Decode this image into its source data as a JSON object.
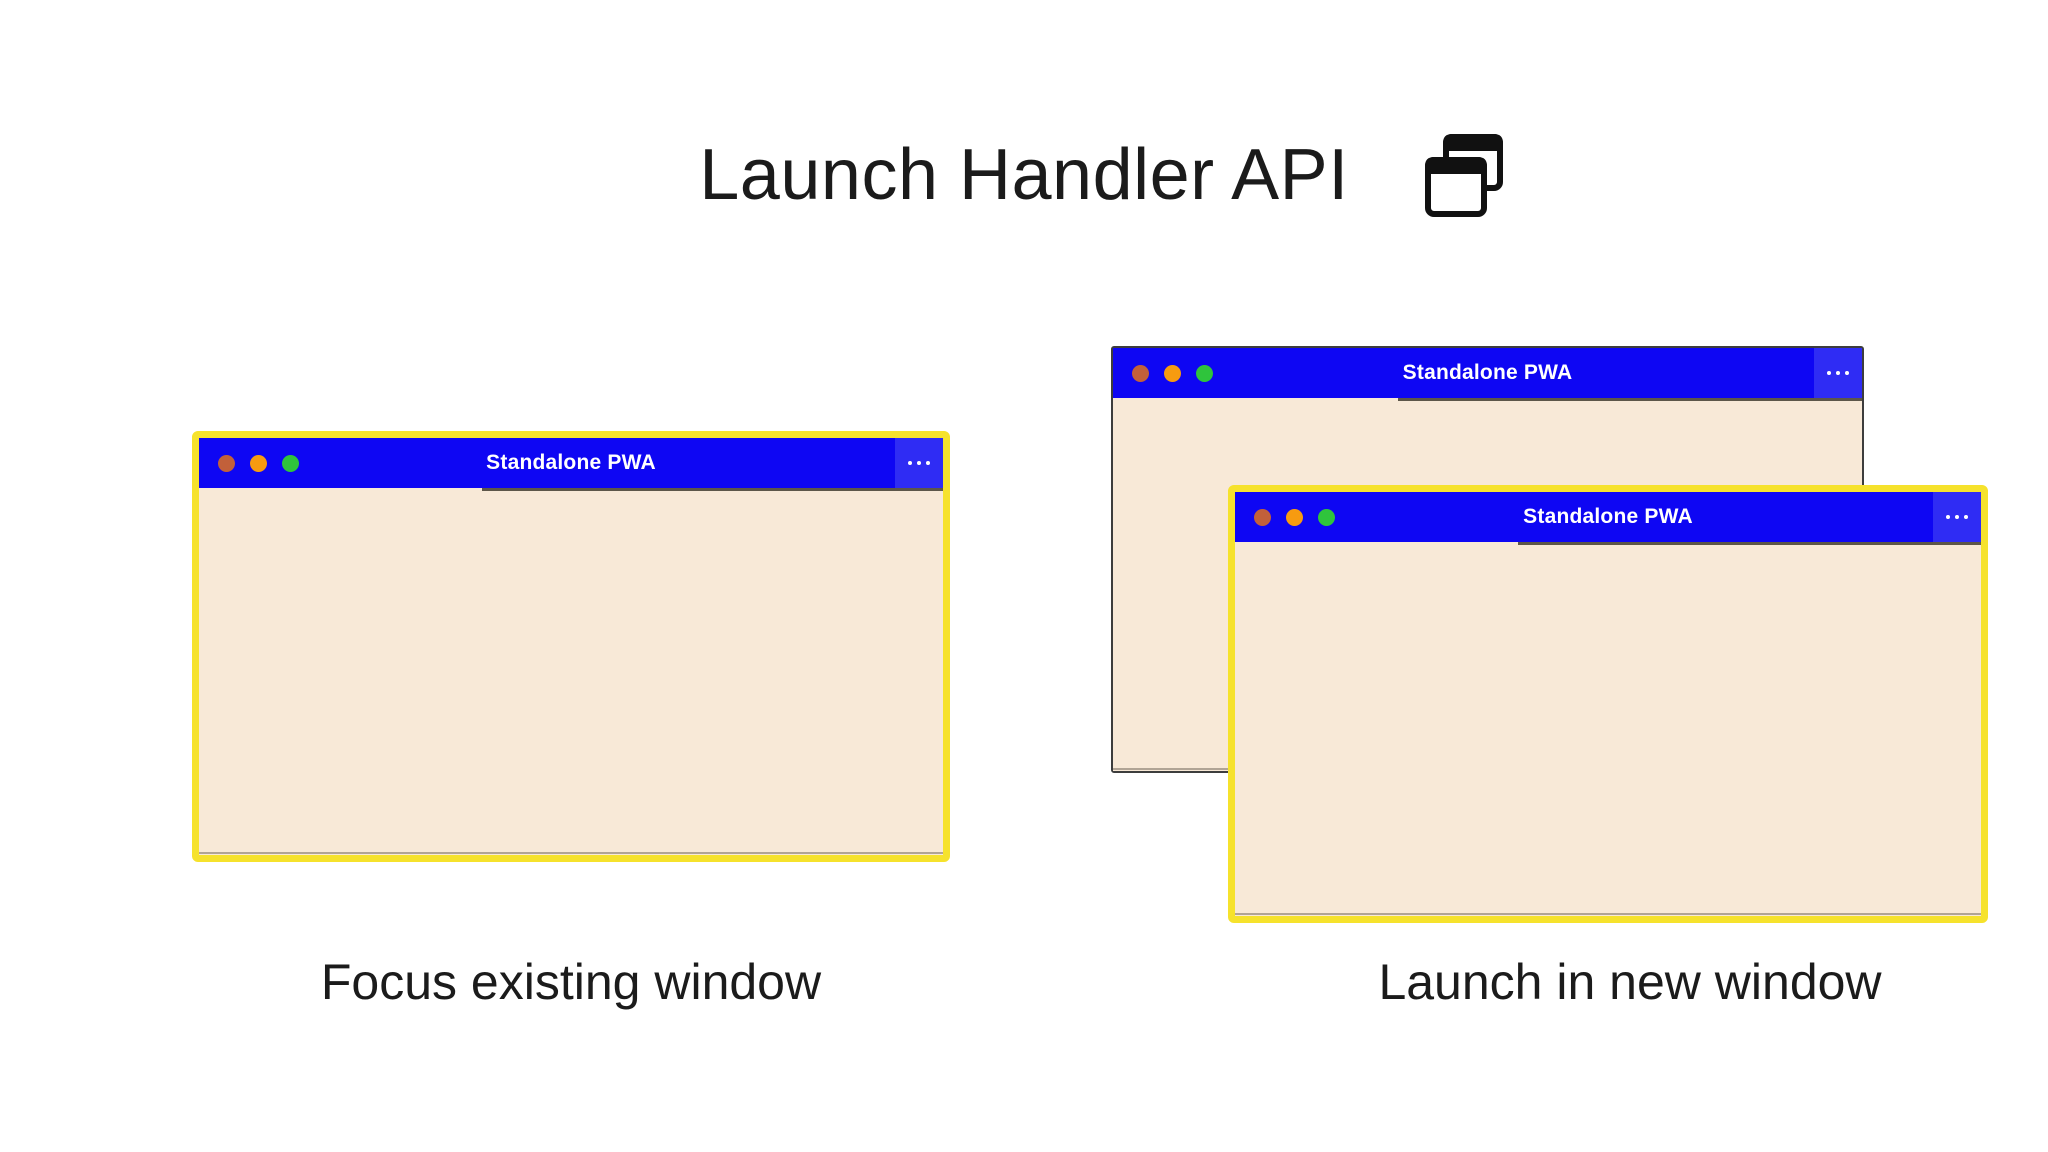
{
  "page": {
    "title": "Launch Handler API",
    "title_icon": "overlapping-windows-icon"
  },
  "left_panel": {
    "caption": "Focus existing window",
    "window": {
      "title": "Standalone PWA",
      "state": "focused",
      "border": "yellow-highlight"
    }
  },
  "right_panel": {
    "caption": "Launch in new window",
    "back_window": {
      "title": "Standalone PWA",
      "state": "background",
      "border": "dark"
    },
    "front_window": {
      "title": "Standalone PWA",
      "state": "focused",
      "border": "yellow-highlight"
    }
  },
  "window_chrome": {
    "traffic_lights": [
      "close",
      "minimize",
      "maximize"
    ],
    "menu_icon": "ellipsis-menu-icon"
  },
  "colors": {
    "titlebar_blue": "#0e06f3",
    "menu_block_blue": "#2f2cf4",
    "window_body_cream": "#f8e9d7",
    "focus_border_yellow": "#f6e22c",
    "plain_border_dark": "#3d3d3d",
    "dot_terracotta": "#c2603a",
    "dot_orange": "#f79b10",
    "dot_green": "#2fc43c",
    "heading_text": "#1b1b1b",
    "background": "#ffffff"
  }
}
